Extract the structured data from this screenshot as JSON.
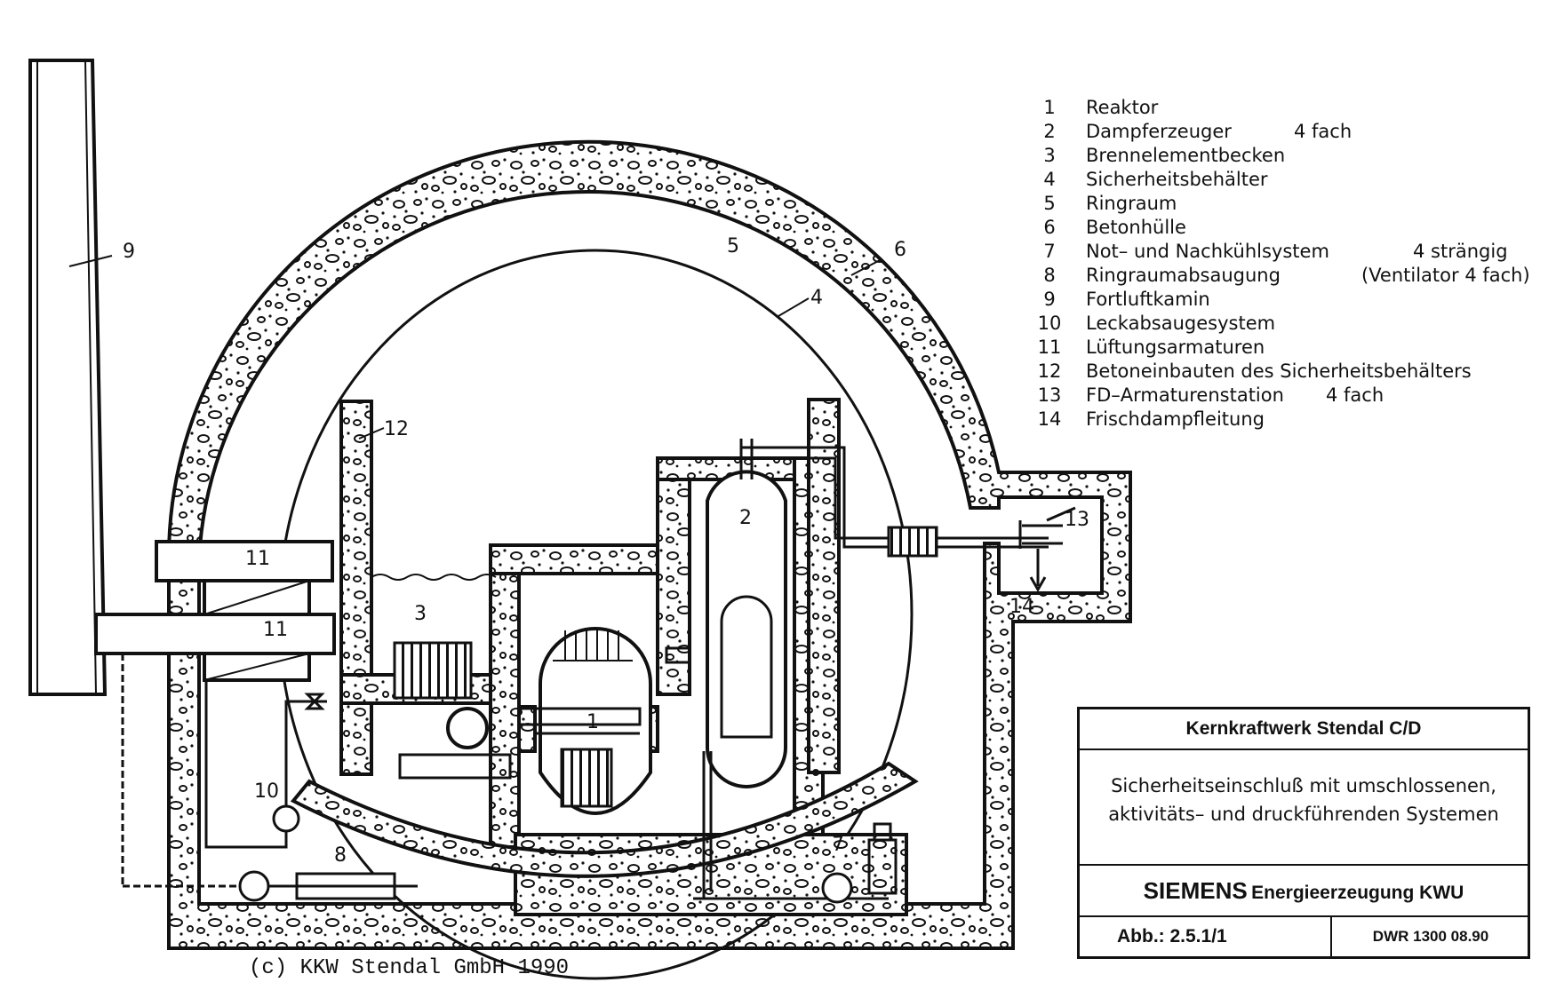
{
  "diagram_labels": {
    "n1": "1",
    "n2": "2",
    "n3": "3",
    "n4": "4",
    "n5": "5",
    "n6": "6",
    "n7": "7",
    "n8": "8",
    "n9": "9",
    "n10": "10",
    "n11a": "11",
    "n11b": "11",
    "n12": "12",
    "n13": "13",
    "n14": "14"
  },
  "legend": [
    {
      "num": "1",
      "text": "Reaktor",
      "extra": ""
    },
    {
      "num": "2",
      "text": "Dampferzeuger",
      "extra": "4 fach"
    },
    {
      "num": "3",
      "text": "Brennelementbecken",
      "extra": ""
    },
    {
      "num": "4",
      "text": "Sicherheitsbehälter",
      "extra": ""
    },
    {
      "num": "5",
      "text": "Ringraum",
      "extra": ""
    },
    {
      "num": "6",
      "text": "Betonhülle",
      "extra": ""
    },
    {
      "num": "7",
      "text": "Not– und Nachkühlsystem",
      "extra": "4 strängig"
    },
    {
      "num": "8",
      "text": "Ringraumabsaugung",
      "extra": "(Ventilator 4 fach)"
    },
    {
      "num": "9",
      "text": "Fortluftkamin",
      "extra": ""
    },
    {
      "num": "10",
      "text": "Leckabsaugesystem",
      "extra": ""
    },
    {
      "num": "11",
      "text": "Lüftungsarmaturen",
      "extra": ""
    },
    {
      "num": "12",
      "text": "Betoneinbauten des Sicherheitsbehälters",
      "extra": ""
    },
    {
      "num": "13",
      "text": "FD–Armaturenstation",
      "extra": "4 fach"
    },
    {
      "num": "14",
      "text": "Frischdampfleitung",
      "extra": ""
    }
  ],
  "title_block": {
    "plant": "Kernkraftwerk Stendal C/D",
    "desc_line1": "Sicherheitseinschluß mit umschlossenen,",
    "desc_line2": "aktivitäts– und druckführenden Systemen",
    "brand": "SIEMENS",
    "brand_sub": "Energieerzeugung KWU",
    "figure": "Abb.: 2.5.1/1",
    "code": "DWR 1300   08.90"
  },
  "copyright": "(c) KKW Stendal GmbH 1990"
}
